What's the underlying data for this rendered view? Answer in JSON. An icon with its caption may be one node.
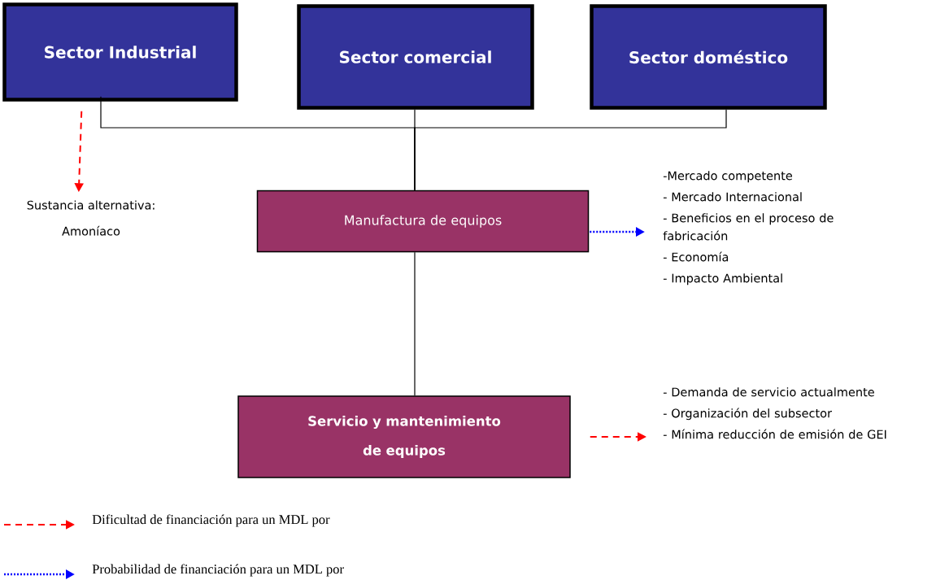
{
  "diagram": {
    "nodes": [
      {
        "text": [
          "Sector Industrial"
        ]
      },
      {
        "text": [
          "Sector comercial"
        ]
      },
      {
        "text": [
          "Sector doméstico"
        ]
      },
      {
        "text": [
          "Manufactura de equipos"
        ]
      },
      {
        "text": [
          "Servicio y mantenimiento de equipos"
        ]
      },
      {
        "text": [
          "Sustancia alternativa:",
          "Amoníaco"
        ]
      },
      {
        "text": [
          "-Mercado competente",
          "- Mercado Internacional",
          "- Beneficios en el proceso de fabricación",
          "- Economía",
          "- Impacto Ambiental"
        ]
      },
      {
        "text": [
          "- Demanda de servicio actualmente",
          "- Organización del subsector",
          "- Mínima reducción de emisión de GEI"
        ]
      }
    ],
    "edges": [
      {
        "from": 0,
        "to": 3,
        "arrow": "none"
      },
      {
        "from": 1,
        "to": 3,
        "arrow": "none"
      },
      {
        "from": 2,
        "to": 3,
        "arrow": "none"
      },
      {
        "from": 3,
        "to": 4,
        "arrow": "none"
      },
      {
        "from": 0,
        "to": 5,
        "arrow": "to",
        "style": "dashed",
        "color": "#ff0000"
      },
      {
        "from": 3,
        "to": 6,
        "arrow": "to",
        "style": "dashed",
        "color": "#0000ff"
      },
      {
        "from": 4,
        "to": 7,
        "arrow": "to",
        "style": "dashed",
        "color": "#ff0000"
      }
    ],
    "legend": [
      {
        "text": "Dificultad de financiación para un MDL por"
      },
      {
        "text": "Probabilidad de financiación para un MDL por"
      }
    ]
  }
}
